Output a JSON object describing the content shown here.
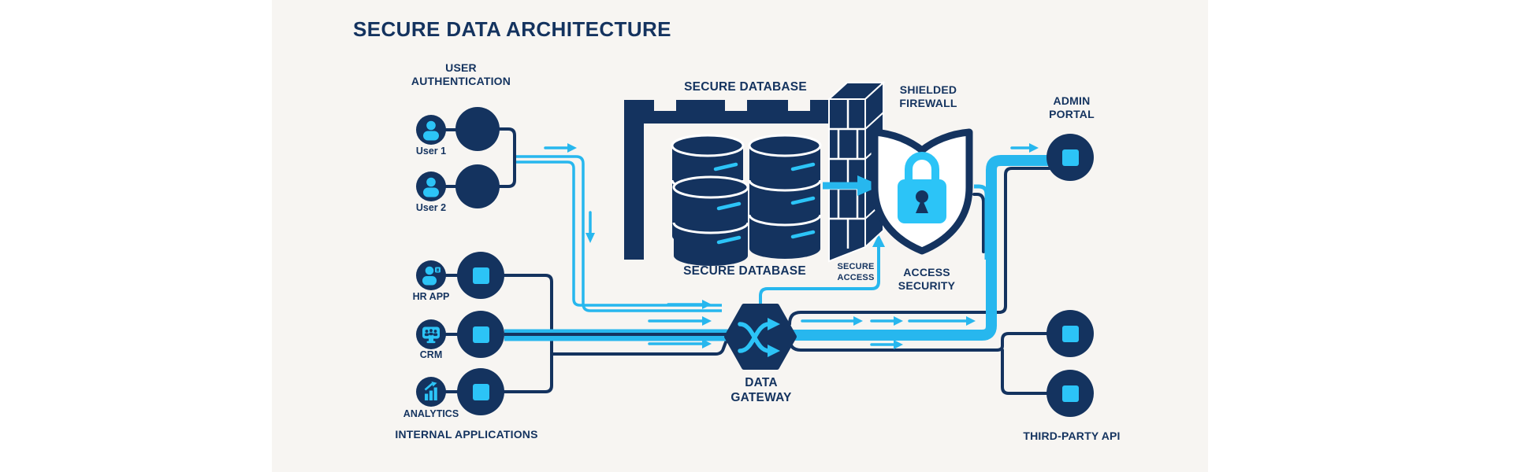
{
  "title": "SECURE DATA ARCHITECTURE",
  "colors": {
    "navy": "#14335f",
    "cyan": "#27b7ee",
    "cyan_bright": "#2cc4f7",
    "panel": "#f7f5f2"
  },
  "user_auth": {
    "label": "USER AUTHENTICATION",
    "user1": "User 1",
    "user2": "User 2"
  },
  "internal_apps": {
    "label": "INTERNAL APPLICATIONS",
    "hr": "HR APP",
    "crm": "CRM",
    "analytics": "ANALYTICS"
  },
  "database": {
    "top_label": "SECURE DATABASE",
    "bottom_label": "SECURE DATABASE"
  },
  "firewall": {
    "label": "SHIELDED FIREWALL",
    "access_security": "ACCESS SECURITY",
    "secure_access": "SECURE ACCESS"
  },
  "gateway": {
    "label": "DATA GATEWAY"
  },
  "admin": {
    "label": "ADMIN PORTAL"
  },
  "third_party": {
    "label": "THIRD-PARTY API"
  },
  "icons": {
    "user": "user-icon",
    "hr_app": "employee-icon",
    "crm": "team-chat-icon",
    "analytics": "bar-chart-icon",
    "gateway": "shuffle-icon",
    "firewall": "padlock-icon",
    "database": "database-cylinders-icon",
    "wall": "brick-wall-icon",
    "shield": "shield-icon"
  }
}
